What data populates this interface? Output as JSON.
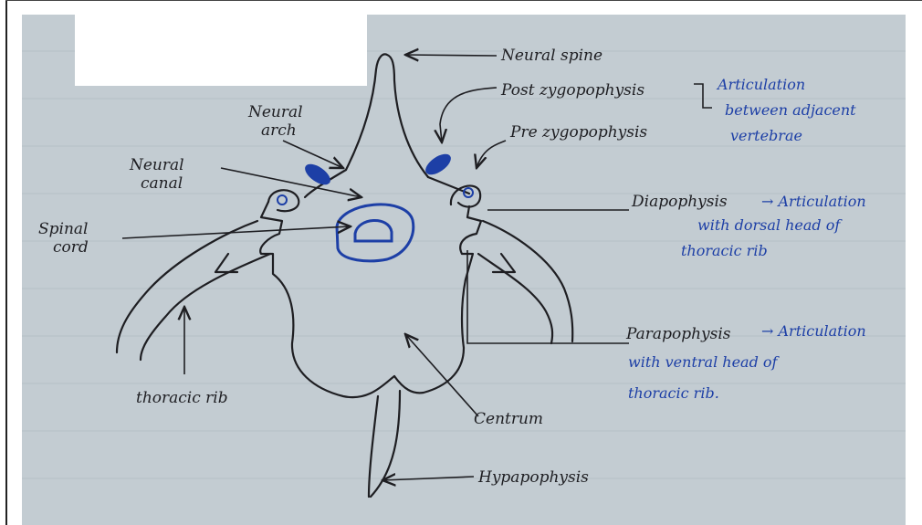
{
  "colors": {
    "paper": "#c3ccd2",
    "pencil": "#1e1e22",
    "blue_ink": "#1d3fa6",
    "redaction": "#ffffff"
  },
  "labels": {
    "neural_spine": "Neural spine",
    "post_zygapophysis": "Post zygopophysis",
    "pre_zygapophysis": "Pre zygopophysis",
    "articulation_adjacent": [
      "Articulation",
      "between adjacent",
      "vertebrae"
    ],
    "neural_arch": [
      "Neural",
      "arch"
    ],
    "neural_canal": [
      "Neural",
      "canal"
    ],
    "spinal_cord": [
      "Spinal",
      "cord"
    ],
    "diapophysis": "Diapophysis",
    "diapophysis_note": [
      "→ Articulation",
      "with dorsal head of",
      "thoracic rib"
    ],
    "parapophysis": "Parapophysis",
    "parapophysis_note": [
      "→ Articulation",
      "with ventral head of",
      "thoracic rib."
    ],
    "thoracic_rib": "thoracic rib",
    "centrum": "Centrum",
    "hypapophysis": "Hypapophysis"
  }
}
